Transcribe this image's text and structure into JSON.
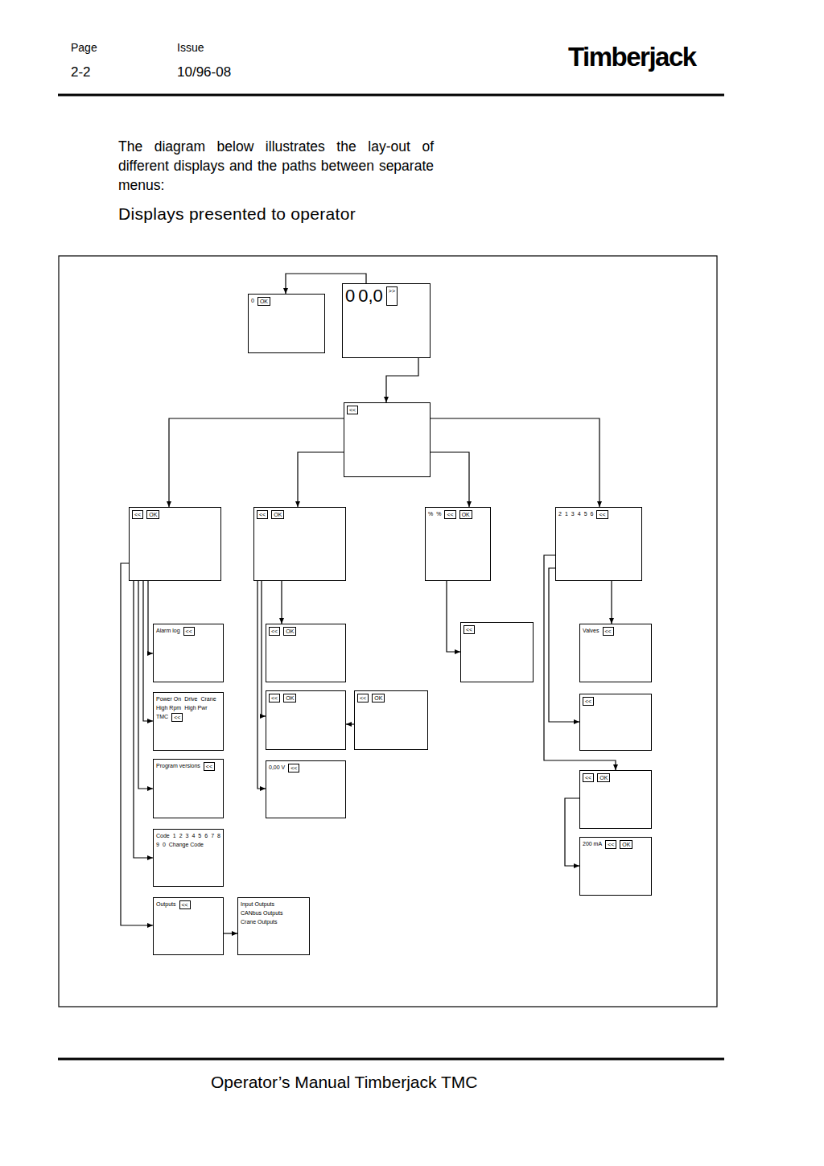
{
  "diagram": {
    "title": "Displays presented to operator",
    "nodes": [
      {
        "text": [
          "0",
          "OK"
        ]
      },
      {
        "text": [
          "0",
          "0,0",
          ">>"
        ]
      },
      {
        "text": [
          "<<"
        ]
      },
      {
        "text": [
          "<<",
          "OK"
        ]
      },
      {
        "text": [
          "<<",
          "OK"
        ]
      },
      {
        "text": [
          "%",
          "%",
          "<<",
          "OK"
        ]
      },
      {
        "text": [
          "2",
          "1",
          "3",
          "4",
          "5",
          "6",
          "<<"
        ]
      },
      {
        "text": [
          "Alarm log",
          "<<"
        ]
      },
      {
        "text": [
          "Power On",
          "Drive",
          "Crane",
          "High Rpm",
          "High Pwr",
          "TMC",
          "<<"
        ]
      },
      {
        "text": [
          "Program versions",
          "<<"
        ]
      },
      {
        "text": [
          "Code",
          "1",
          "2",
          "3",
          "4",
          "5",
          "6",
          "7",
          "8",
          "9",
          "0",
          "Change Code"
        ]
      },
      {
        "text": [
          "Outputs",
          "<<"
        ]
      },
      {
        "text": [
          "Input Outputs",
          "CANbus Outputs",
          "Crane Outputs"
        ]
      },
      {
        "text": [
          "<<",
          "OK"
        ]
      },
      {
        "text": [
          "<<",
          "OK"
        ]
      },
      {
        "text": [
          "<<",
          "OK"
        ]
      },
      {
        "text": [
          "0,00 V",
          "<<"
        ]
      },
      {
        "text": [
          "<<"
        ]
      },
      {
        "text": [
          "Valves",
          "<<"
        ]
      },
      {
        "text": [
          "<<"
        ]
      },
      {
        "text": [
          "<<",
          "OK"
        ]
      },
      {
        "text": [
          "200 mA",
          "<<",
          "OK"
        ]
      }
    ],
    "edges": [
      {
        "from": 1,
        "to": 0,
        "arrow": "to"
      },
      {
        "from": 1,
        "to": 2,
        "arrow": "to"
      },
      {
        "from": 2,
        "to": 3,
        "arrow": "to"
      },
      {
        "from": 2,
        "to": 4,
        "arrow": "to"
      },
      {
        "from": 2,
        "to": 5,
        "arrow": "to"
      },
      {
        "from": 2,
        "to": 6,
        "arrow": "to"
      },
      {
        "from": 3,
        "to": 7,
        "arrow": "to"
      },
      {
        "from": 3,
        "to": 8,
        "arrow": "to"
      },
      {
        "from": 3,
        "to": 9,
        "arrow": "to"
      },
      {
        "from": 3,
        "to": 10,
        "arrow": "to"
      },
      {
        "from": 3,
        "to": 11,
        "arrow": "to"
      },
      {
        "from": 11,
        "to": 12,
        "arrow": "to"
      },
      {
        "from": 4,
        "to": 13,
        "arrow": "to"
      },
      {
        "from": 4,
        "to": 14,
        "arrow": "to"
      },
      {
        "from": 4,
        "to": 16,
        "arrow": "to"
      },
      {
        "from": 15,
        "to": 14,
        "arrow": "to"
      },
      {
        "from": 5,
        "to": 17,
        "arrow": "to"
      },
      {
        "from": 6,
        "to": 18,
        "arrow": "to"
      },
      {
        "from": 6,
        "to": 19,
        "arrow": "to"
      },
      {
        "from": 6,
        "to": 20,
        "arrow": "to"
      },
      {
        "from": 20,
        "to": 21,
        "arrow": "to"
      }
    ],
    "labels": [
      "Page",
      "Issue",
      "2-2",
      "10/96-08",
      "Timberjack",
      "The diagram below illustrates the lay-out of different displays and the paths between separate menus:",
      "Operator’s Manual Timberjack TMC"
    ]
  }
}
